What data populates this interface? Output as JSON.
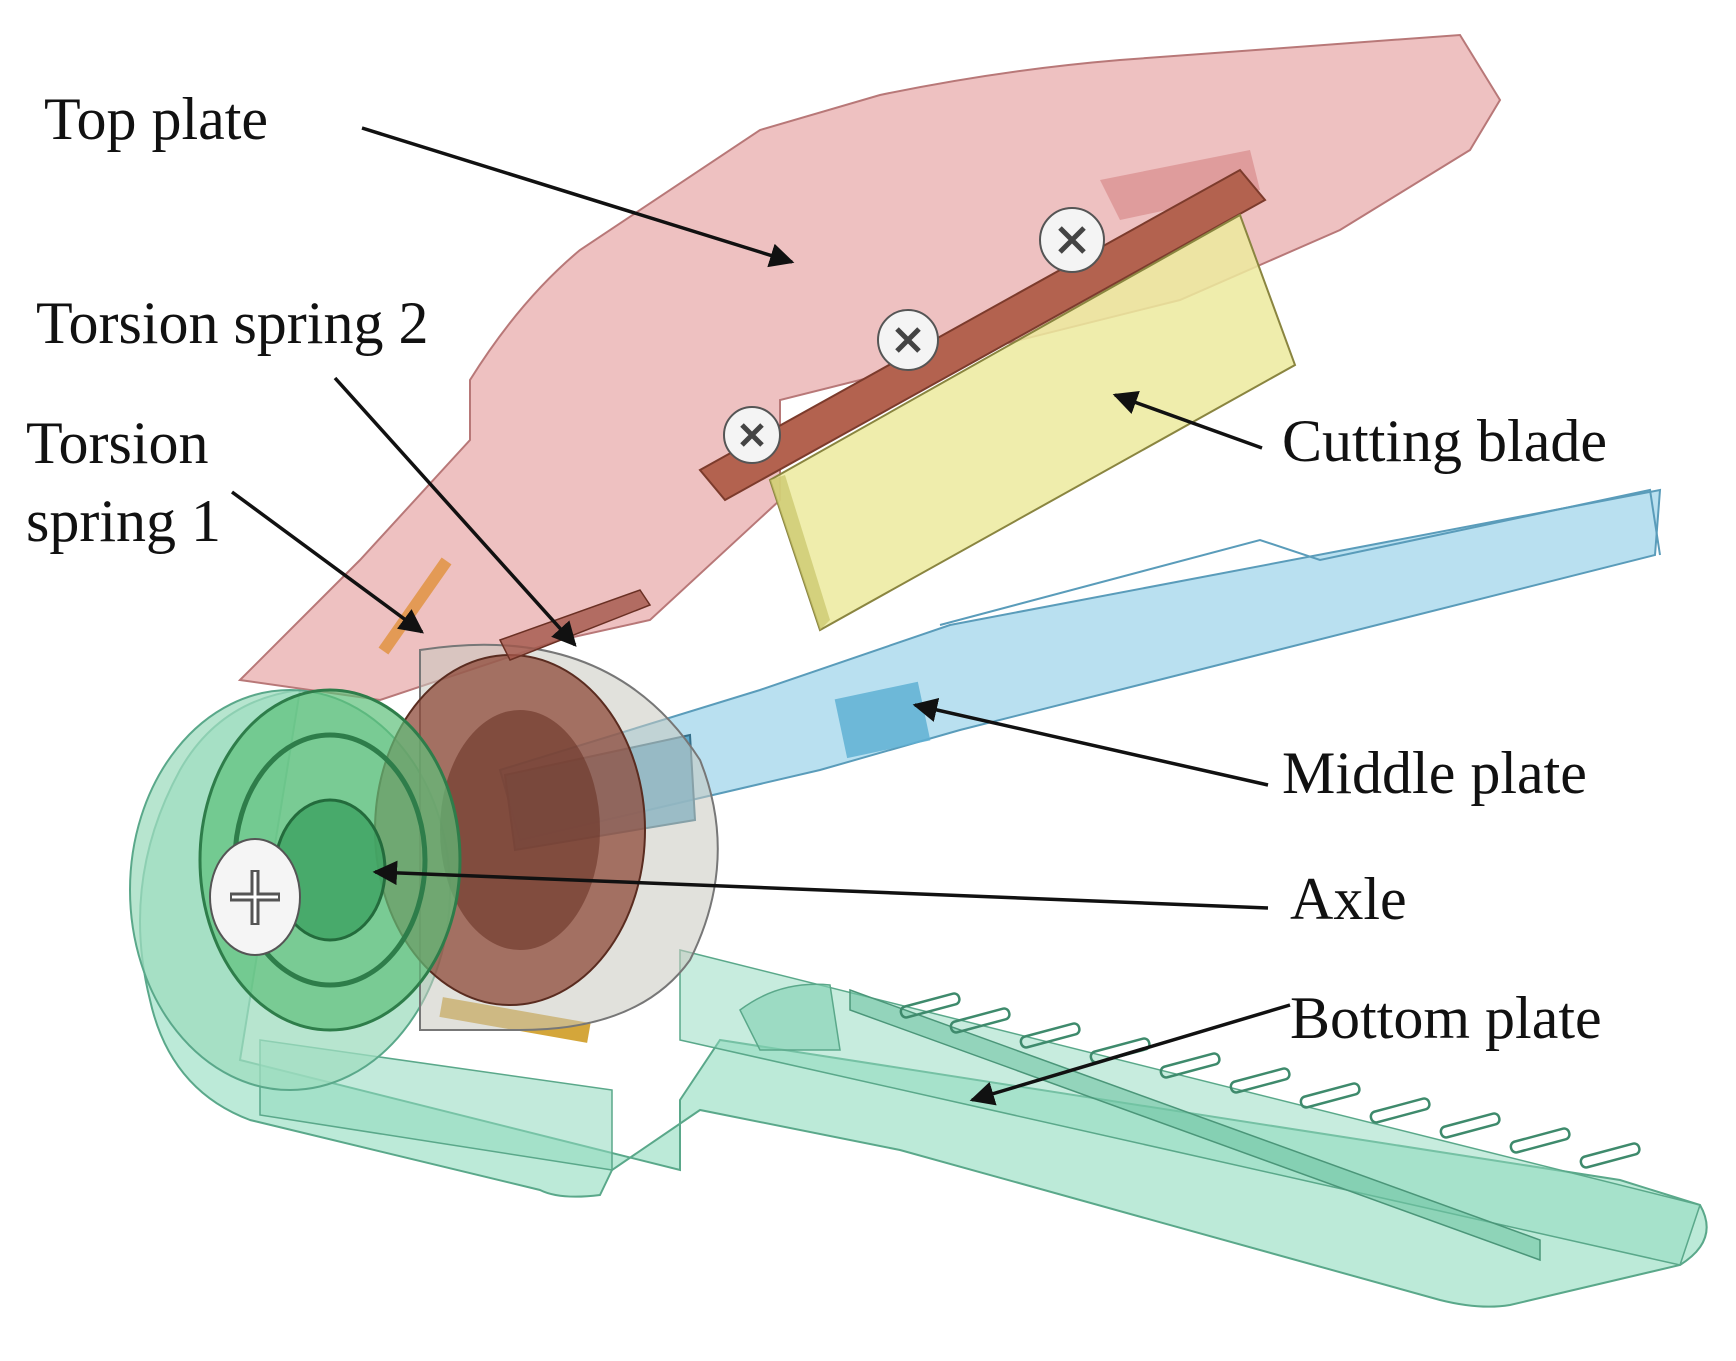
{
  "labels": {
    "top_plate": "Top plate",
    "torsion_spring_2": "Torsion spring 2",
    "torsion_spring_1_line1": "Torsion",
    "torsion_spring_1_line2": "spring 1",
    "cutting_blade": "Cutting blade",
    "middle_plate": "Middle plate",
    "axle": "Axle",
    "bottom_plate": "Bottom plate"
  },
  "colors": {
    "top_plate": "#e8a5a5",
    "cutting_blade": "#e8e59a",
    "middle_plate": "#8fcbe3",
    "bottom_plate": "#93dcc0",
    "spring_brown": "#8b3e2c",
    "axle_green": "#3a9a58",
    "leader_line": "#111111"
  }
}
